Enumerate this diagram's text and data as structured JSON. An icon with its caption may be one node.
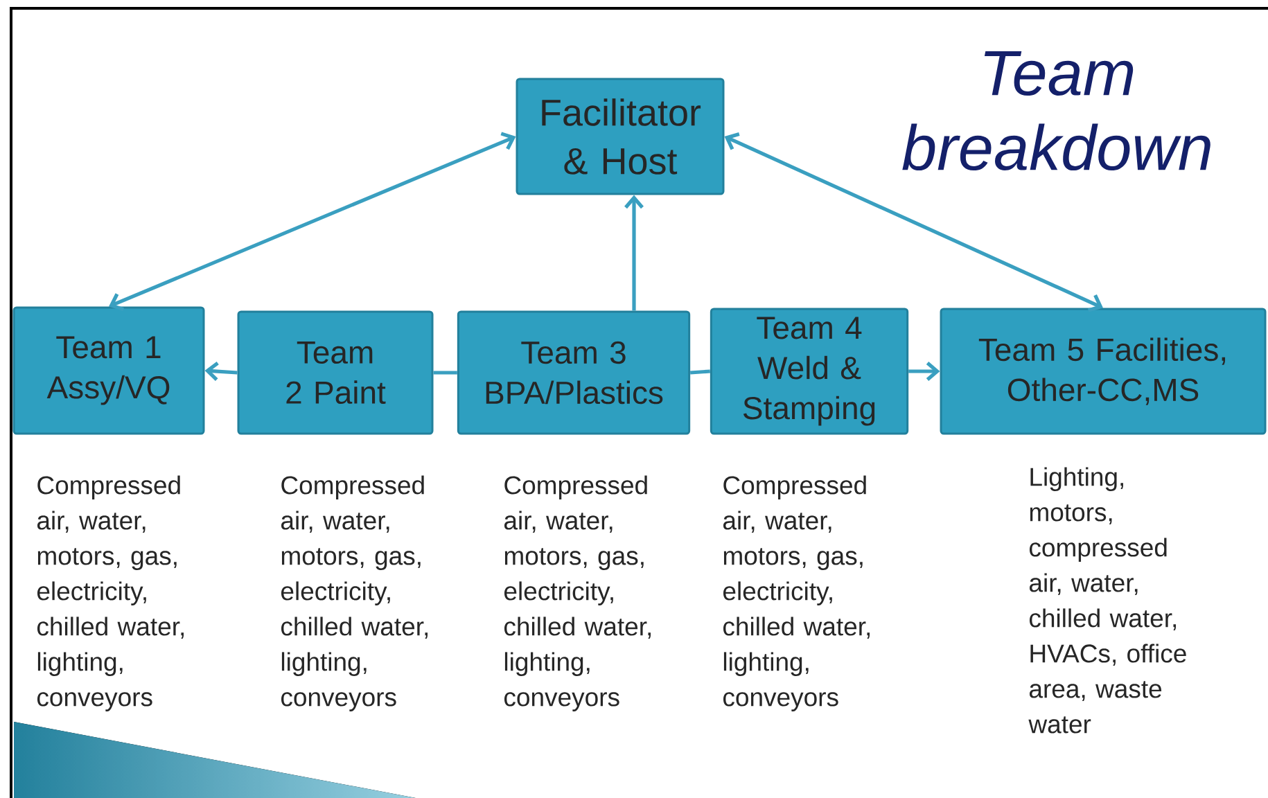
{
  "diagram": {
    "title": "Team breakdown",
    "nodes": [
      {
        "text": [
          "Facilitator & Host"
        ]
      },
      {
        "text": [
          "Team 1 Assy/VQ"
        ],
        "beside": [
          "Compressed air, water, motors, gas, electricity, chilled water, lighting, conveyors"
        ]
      },
      {
        "text": [
          "Team 2 Paint"
        ],
        "beside": [
          "Compressed air, water, motors, gas, electricity, chilled water, lighting, conveyors"
        ]
      },
      {
        "text": [
          "Team 3 BPA/Plastics"
        ],
        "beside": [
          "Compressed air, water, motors, gas, electricity, chilled water, lighting, conveyors"
        ]
      },
      {
        "text": [
          "Team 4 Weld & Stamping"
        ],
        "beside": [
          "Compressed air, water, motors, gas, electricity, chilled water, lighting, conveyors"
        ]
      },
      {
        "text": [
          "Team 5 Facilities, Other-CC,MS"
        ],
        "beside": [
          "Lighting, motors, compressed air, water, chilled water, HVACs, office area, waste water"
        ]
      }
    ],
    "edges": [
      {
        "from": 0,
        "to": 1,
        "arrow": "both"
      },
      {
        "from": 0,
        "to": 5,
        "arrow": "both"
      },
      {
        "from": 3,
        "to": 0,
        "arrow": "to"
      },
      {
        "from": 2,
        "to": 1,
        "arrow": "to"
      },
      {
        "from": 3,
        "to": 2,
        "arrow": "none"
      },
      {
        "from": 3,
        "to": 4,
        "arrow": "none"
      },
      {
        "from": 4,
        "to": 5,
        "arrow": "to"
      }
    ]
  }
}
